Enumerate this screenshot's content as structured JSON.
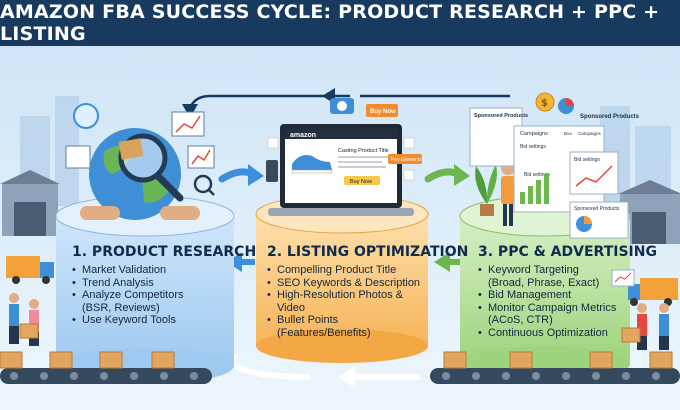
{
  "title": "AMAZON FBA SUCCESS CYCLE: PRODUCT RESEARCH + PPC + LISTING",
  "colors": {
    "research": "#5aa2e6",
    "listing": "#f3a23b",
    "ppc": "#74c25a",
    "banner": "#173a5e"
  },
  "stages": [
    {
      "title": "1. PRODUCT RESEARCH",
      "items": [
        {
          "text": "Market Validation",
          "sub": ""
        },
        {
          "text": "Trend Analysis",
          "sub": ""
        },
        {
          "text": "Analyze Competitors",
          "sub": "(BSR, Reviews)"
        },
        {
          "text": "Use Keyword Tools",
          "sub": ""
        }
      ]
    },
    {
      "title": "2. LISTING OPTIMIZATION",
      "items": [
        {
          "text": "Compelling Product Title",
          "sub": ""
        },
        {
          "text": "SEO Keywords & Description",
          "sub": ""
        },
        {
          "text": "High-Resolution Photos &",
          "sub": "Video"
        },
        {
          "text": "Bullet Points",
          "sub": "(Features/Benefits)"
        }
      ]
    },
    {
      "title": "3. PPC & ADVERTISING",
      "items": [
        {
          "text": "Keyword Targeting",
          "sub": "(Broad, Phrase, Exact)"
        },
        {
          "text": "Bid Management",
          "sub": ""
        },
        {
          "text": "Monitor Campaign Metrics",
          "sub": "(ACoS, CTR)"
        },
        {
          "text": "Continuous Optimization",
          "sub": ""
        }
      ]
    }
  ],
  "screen": {
    "brand": "amazon",
    "product_title": "Casting Product Title",
    "buy_button": "Buy Now",
    "buy_tag": "Buy Now",
    "keyword_tag": "Key Elements"
  },
  "dashboard": {
    "sponsored_left": "Sponsored Products",
    "campaigns": "Campaigns",
    "bid_settings": "Bid settings",
    "bid_settings_2": "Bid settings",
    "bid_settings_3": "Bid settings",
    "sponsored_right": "Sponsored Products",
    "sponsored_card": "Sponsored Products",
    "tab_1": "Boo",
    "tab_2": "Campaigns"
  }
}
